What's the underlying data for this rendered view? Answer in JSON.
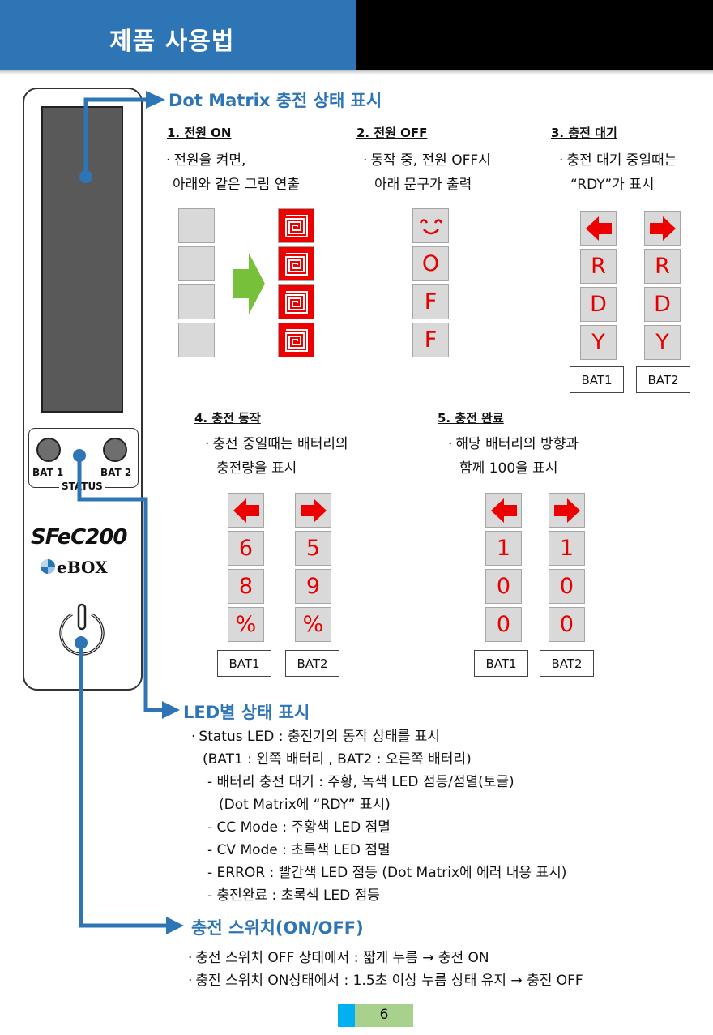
{
  "header": {
    "title": "제품 사용법"
  },
  "device": {
    "bat1_label": "BAT 1",
    "bat2_label": "BAT 2",
    "status_label": "STATUS",
    "model": "SFeC200",
    "brand": "eBOX"
  },
  "dot_matrix": {
    "heading": "Dot Matrix 충전 상태 표시",
    "sections": [
      {
        "title": "1. 전원 ON",
        "lines": [
          "전원을 켜면,",
          "아래와 같은 그림 연출"
        ]
      },
      {
        "title": "2. 전원 OFF",
        "lines": [
          "동작 중, 전원 OFF시",
          "아래 문구가 출력"
        ],
        "cells": [
          "◡̈",
          "O",
          "F",
          "F"
        ]
      },
      {
        "title": "3. 충전 대기",
        "lines": [
          "충전 대기 중일때는",
          "“RDY”가 표시"
        ],
        "bat1": [
          "R",
          "D",
          "Y"
        ],
        "bat2": [
          "R",
          "D",
          "Y"
        ],
        "bat1_label": "BAT1",
        "bat2_label": "BAT2"
      },
      {
        "title": "4. 충전 동작",
        "lines": [
          "충전 중일때는 배터리의",
          "충전량을 표시"
        ],
        "bat1": [
          "6",
          "8",
          "%"
        ],
        "bat2": [
          "5",
          "9",
          "%"
        ],
        "bat1_label": "BAT1",
        "bat2_label": "BAT2"
      },
      {
        "title": "5. 충전 완료",
        "lines": [
          "해당 배터리의 방향과",
          "함께 100을 표시"
        ],
        "bat1": [
          "1",
          "0",
          "0"
        ],
        "bat2": [
          "1",
          "0",
          "0"
        ],
        "bat1_label": "BAT1",
        "bat2_label": "BAT2"
      }
    ]
  },
  "led": {
    "heading": "LED별 상태 표시",
    "lines": [
      "Status LED : 충전기의 동작 상태를 표시",
      "(BAT1 : 왼쪽 배터리 , BAT2 : 오른쪽 배터리)",
      "- 배터리 충전 대기 : 주황, 녹색 LED 점등/점멸(토글)",
      "(Dot Matrix에 “RDY” 표시)",
      "- CC Mode : 주황색 LED 점멸",
      "- CV Mode : 초록색 LED 점멸",
      "- ERROR : 빨간색 LED 점등 (Dot Matrix에 에러 내용 표시)",
      "- 충전완료 : 초록색 LED 점등"
    ]
  },
  "switch": {
    "heading": "충전 스위치(ON/OFF)",
    "lines": [
      "충전 스위치 OFF 상태에서 : 짧게 누름 → 충전 ON",
      "충전 스위치 ON상태에서 : 1.5초 이상 누름 상태 유지 → 충전 OFF"
    ]
  },
  "page_number": "6",
  "colors": {
    "accent": "#2e75b6",
    "led_red": "#ee0000",
    "arrow_green": "#77c13a",
    "page_green": "#a9d18e",
    "page_blue": "#00b0f0"
  }
}
